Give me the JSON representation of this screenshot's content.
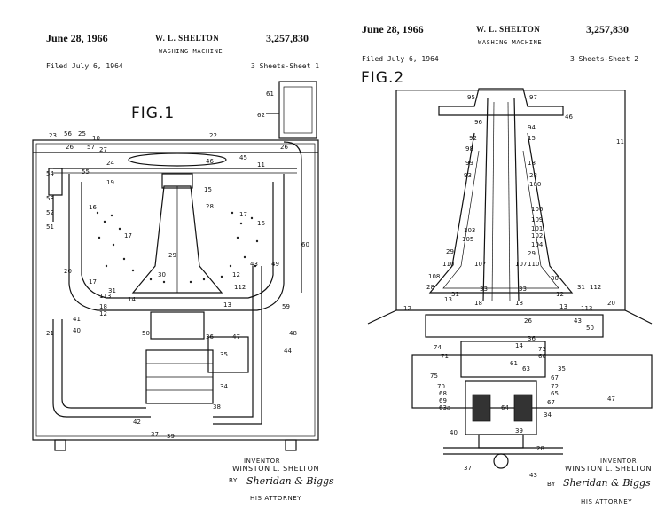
{
  "sheet1": {
    "date": "June 28, 1966",
    "inventor_name": "W. L. SHELTON",
    "title": "WASHING MACHINE",
    "patent_no": "3,257,830",
    "filed": "Filed July 6, 1964",
    "sheet_info": "3 Sheets-Sheet 1",
    "fig_label": "FIG.1",
    "inventor_caption": "INVENTOR",
    "inventor_full": "WINSTON L. SHELTON",
    "by": "BY",
    "signature": "Sheridan & Biggs",
    "attorney": "HIS ATTORNEY"
  },
  "sheet2": {
    "date": "June 28, 1966",
    "inventor_name": "W. L. SHELTON",
    "title": "WASHING MACHINE",
    "patent_no": "3,257,830",
    "filed": "Filed July 6, 1964",
    "sheet_info": "3 Sheets-Sheet 2",
    "fig_label": "FIG.2",
    "inventor_caption": "INVENTOR",
    "inventor_full": "WINSTON L. SHELTON",
    "by": "BY",
    "signature": "Sheridan & Biggs",
    "attorney": "HIS ATTORNEY"
  },
  "fig1_refs": [
    "10",
    "11",
    "15",
    "16",
    "17",
    "18",
    "19",
    "20",
    "21",
    "22",
    "23",
    "24",
    "25",
    "26",
    "27",
    "28",
    "29",
    "30",
    "31",
    "34",
    "35",
    "36",
    "37",
    "38",
    "39",
    "40",
    "41",
    "42",
    "43",
    "44",
    "45",
    "46",
    "47",
    "48",
    "49",
    "50",
    "51",
    "52",
    "53",
    "54",
    "55",
    "56",
    "57",
    "59",
    "60",
    "61",
    "62",
    "112",
    "113"
  ],
  "fig2_refs": [
    "11",
    "12",
    "13",
    "14",
    "15",
    "18",
    "20",
    "26",
    "28",
    "29",
    "30",
    "31",
    "33",
    "34",
    "35",
    "36",
    "37",
    "39",
    "40",
    "43",
    "46",
    "47",
    "50",
    "60",
    "61",
    "63",
    "65",
    "67",
    "68",
    "69",
    "70",
    "71",
    "72",
    "73",
    "74",
    "75",
    "92",
    "93",
    "94",
    "95",
    "96",
    "97",
    "99",
    "100",
    "101",
    "102",
    "103",
    "104",
    "105",
    "106",
    "107",
    "108",
    "109",
    "110",
    "112",
    "113"
  ]
}
